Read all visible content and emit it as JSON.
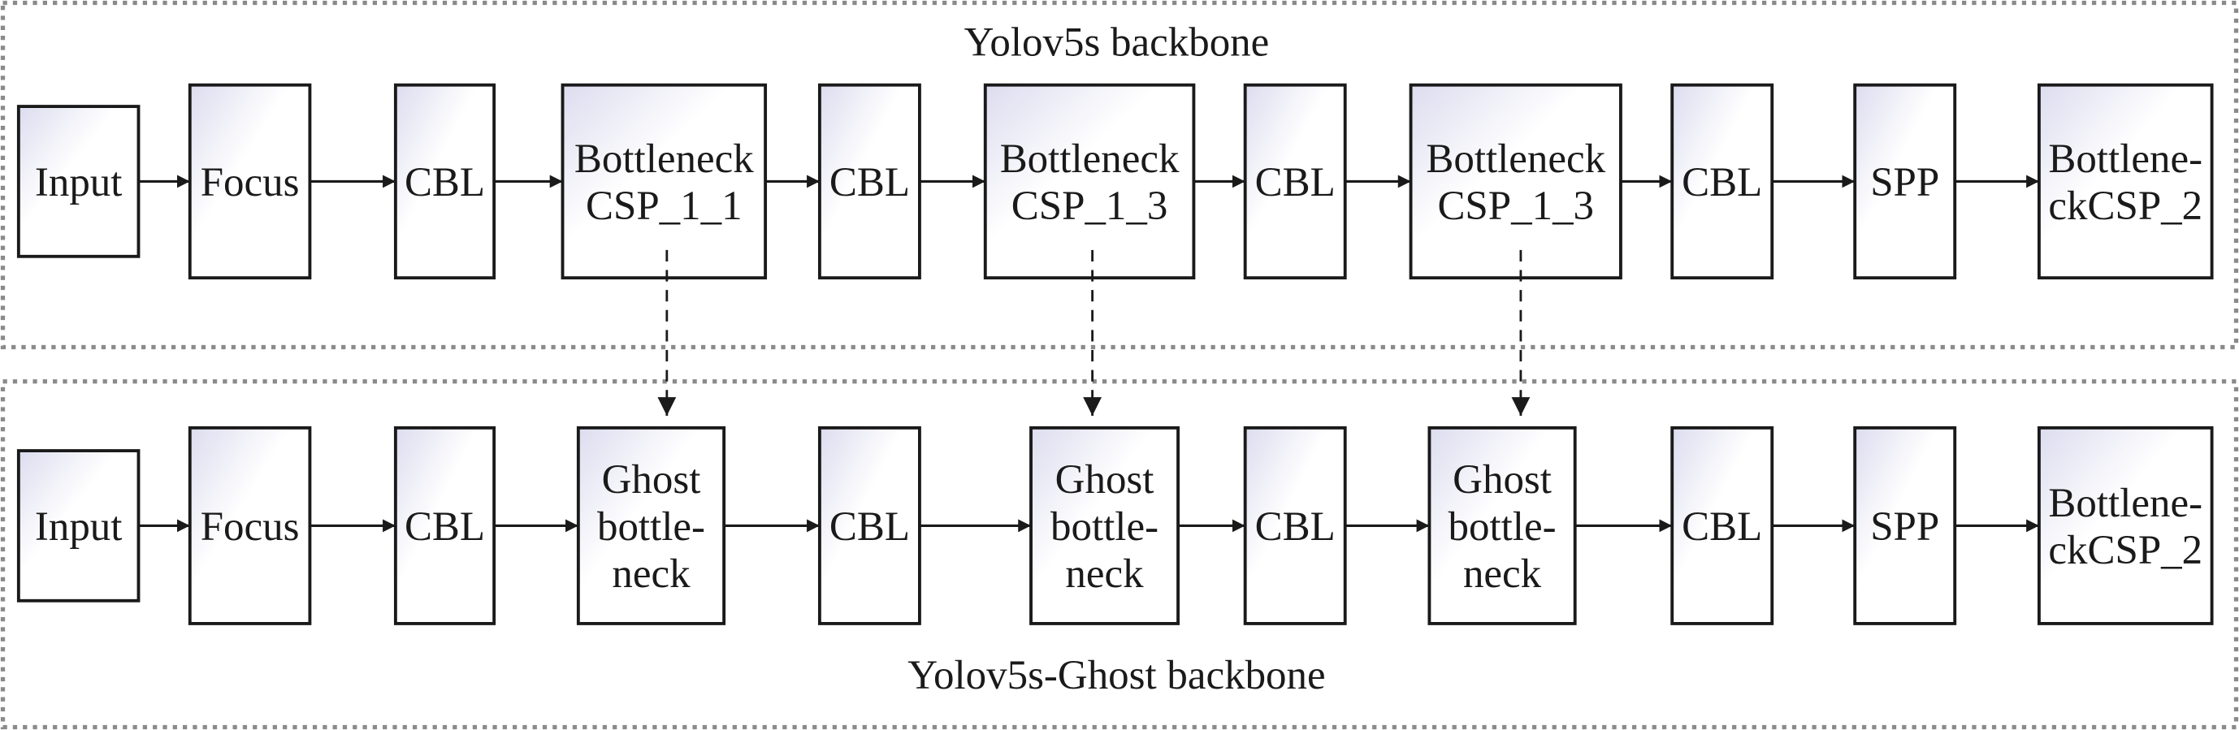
{
  "top": {
    "title": "Yolov5s backbone",
    "blocks": [
      [
        "Input"
      ],
      [
        "Focus"
      ],
      [
        "CBL"
      ],
      [
        "Bottleneck",
        "CSP_1_1"
      ],
      [
        "CBL"
      ],
      [
        "Bottleneck",
        "CSP_1_3"
      ],
      [
        "CBL"
      ],
      [
        "Bottleneck",
        "CSP_1_3"
      ],
      [
        "CBL"
      ],
      [
        "SPP"
      ],
      [
        "Bottlene-",
        "ckCSP_2"
      ]
    ]
  },
  "bottom": {
    "title": "Yolov5s-Ghost backbone",
    "blocks": [
      [
        "Input"
      ],
      [
        "Focus"
      ],
      [
        "CBL"
      ],
      [
        "Ghost",
        "bottle-",
        "neck"
      ],
      [
        "CBL"
      ],
      [
        "Ghost",
        "bottle-",
        "neck"
      ],
      [
        "CBL"
      ],
      [
        "Ghost",
        "bottle-",
        "neck"
      ],
      [
        "CBL"
      ],
      [
        "SPP"
      ],
      [
        "Bottlene-",
        "ckCSP_2"
      ]
    ]
  },
  "colors": {
    "box_gradient_start": "#dcdcef",
    "box_gradient_end": "#ffffff",
    "frame": "#8a8a8a"
  }
}
